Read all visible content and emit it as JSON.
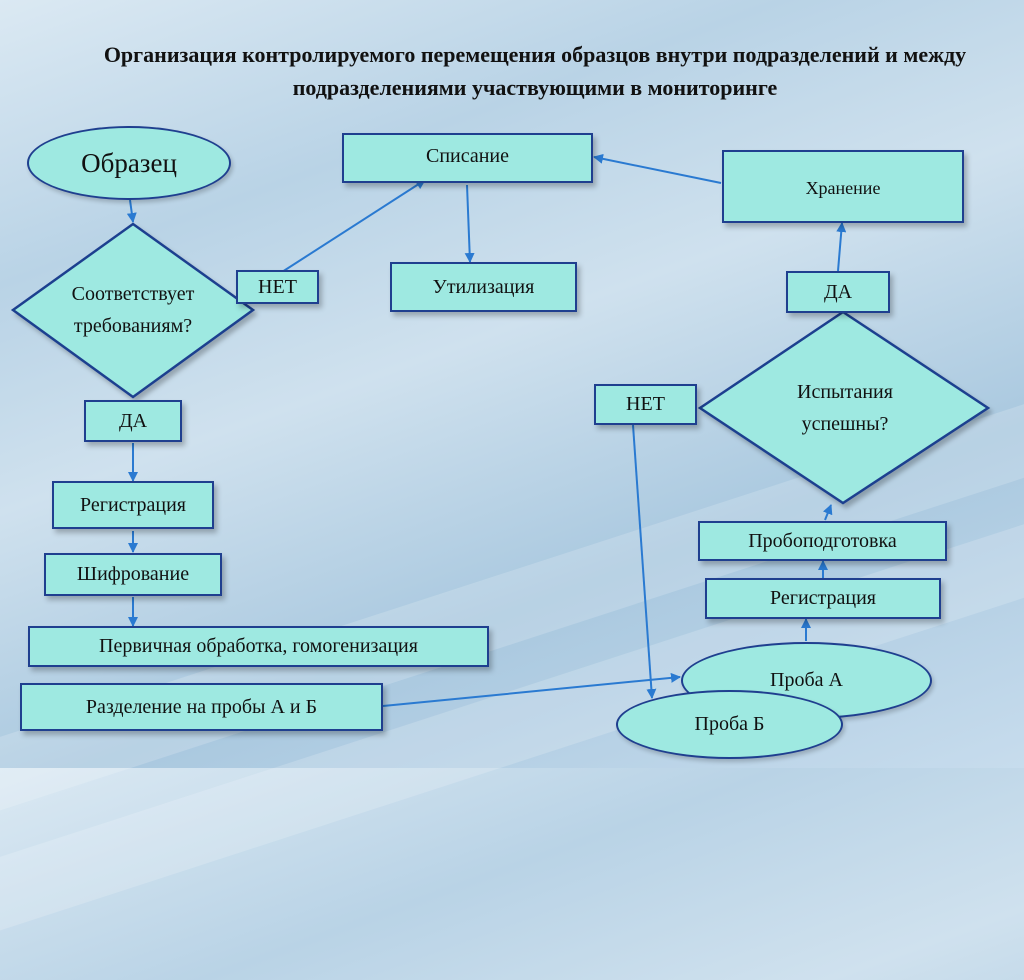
{
  "title": "Организация контролируемого перемещения образцов внутри подразделений и между подразделениями участвующими в мониторинге",
  "nodes": {
    "sample": "Образец",
    "conforms": "Соответствует требованиям?",
    "net_left": "НЕТ",
    "da_left": "ДА",
    "writeoff": "Списание",
    "utilization": "Утилизация",
    "storage": "Хранение",
    "da_right": "ДА",
    "tests_success": "Испытания успешны?",
    "net_right": "НЕТ",
    "registration_left": "Регистрация",
    "encryption": "Шифрование",
    "primary_processing": "Первичная обработка, гомогенизация",
    "split": "Разделение на пробы А и Б",
    "sample_prep": "Пробоподготовка",
    "registration_right": "Регистрация",
    "probe_a": "Проба А",
    "probe_b": "Проба Б"
  }
}
